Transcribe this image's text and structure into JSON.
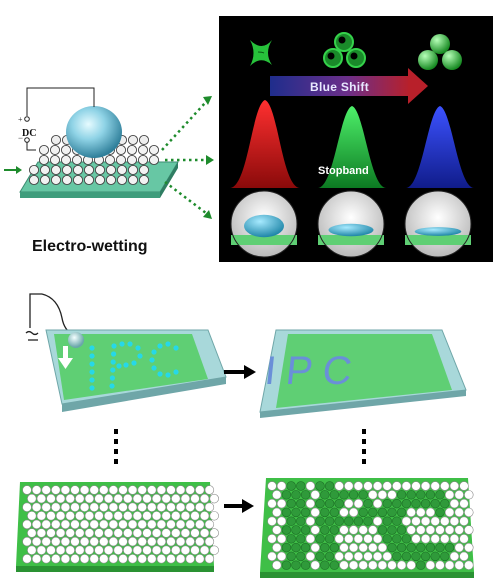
{
  "labels": {
    "electro_wetting": "Electro-wetting",
    "dc": "DC",
    "blue_shift": "Blue Shift",
    "stopband": "Stopband",
    "ipc_text": "IPC"
  },
  "colors": {
    "red_peak": "#e01818",
    "green_peak": "#19c039",
    "blue_peak": "#1f2fd8",
    "substrate_green": "#4cbf55",
    "film_green": "#5fcf74",
    "glass_cyan": "#9fd3d6",
    "ipc_blue": "#6a8fd8",
    "dot_cyan": "#22d6e6",
    "arrow_green": "#1e8b2c"
  },
  "icons": [
    "dc-source-icon",
    "ac-source-icon",
    "arrow-right-icon",
    "ellipsis-vertical-icon"
  ]
}
